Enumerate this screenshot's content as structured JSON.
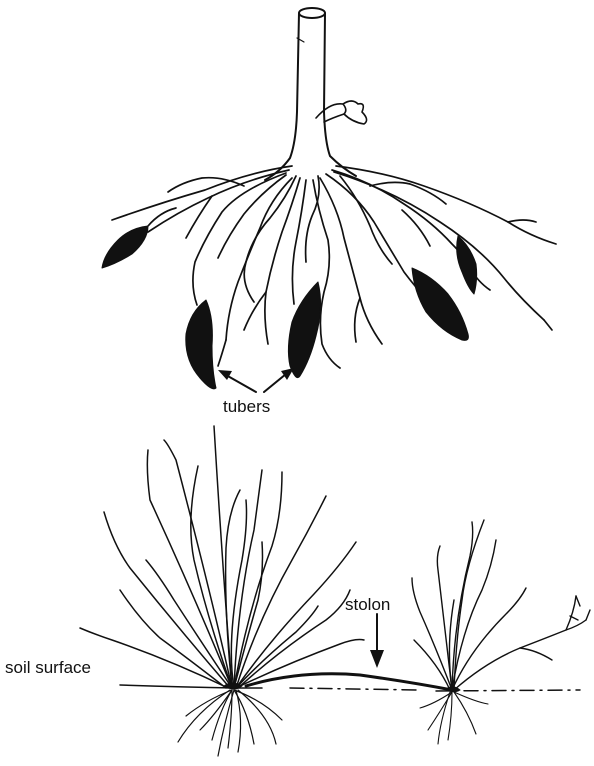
{
  "labels": {
    "tubers": "tubers",
    "stolon": "stolon",
    "soil_surface": "soil surface"
  },
  "colors": {
    "ink": "#111111",
    "background": "#ffffff"
  }
}
